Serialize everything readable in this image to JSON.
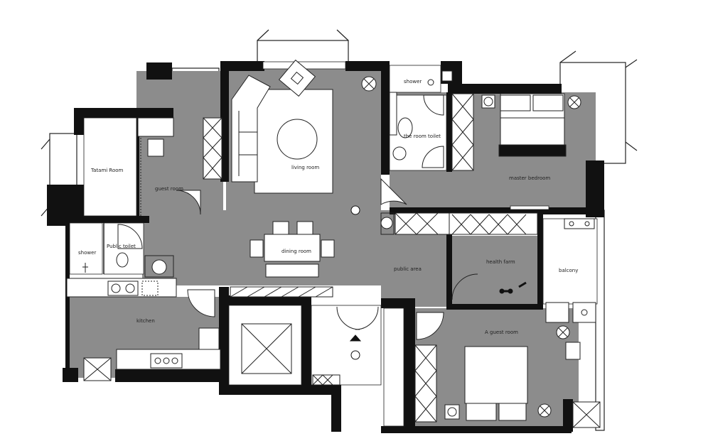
{
  "colors": {
    "wall": "#111111",
    "floor": "#8c8c8c",
    "paper": "#ffffff",
    "furniture": "#ffffff",
    "line": "#222222"
  },
  "rooms": {
    "tatami_room": "Tatami Room",
    "guest_room": "guest room",
    "living_room": "living room",
    "shower": "shower",
    "master_toilet": "the room toilet",
    "master_bedroom": "master bedroom",
    "public_toilet": "Public toilet",
    "shower_small": "shower",
    "dining_room": "dining room",
    "public_area": "public area",
    "health_farm": "health farm",
    "balcony": "balcony",
    "kitchen": "kitchen",
    "second_guest_room": "A guest room"
  }
}
